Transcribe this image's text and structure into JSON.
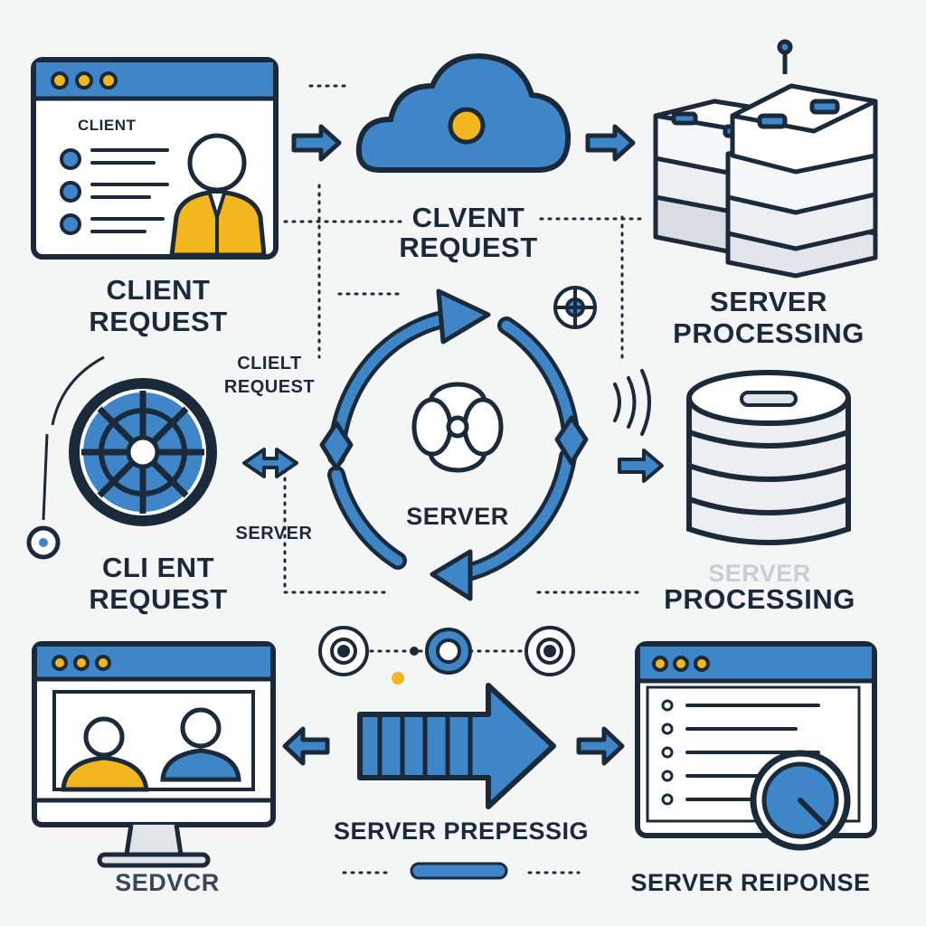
{
  "colors": {
    "background": "#f4f5f5",
    "ink": "#1b2a3a",
    "accent_blue": "#3f86c8",
    "accent_yellow": "#f2b61e",
    "light_gray": "#e1e4e8"
  },
  "icons": [
    "browser-window-icon",
    "cloud-icon",
    "server-rack-icon",
    "network-wheel-icon",
    "cycle-arrows-icon",
    "flower-hub-icon",
    "database-icon",
    "monitor-icon",
    "big-arrow-icon",
    "web-page-icon",
    "gauge-icon",
    "target-node-icon"
  ],
  "labels": {
    "client_window_caption": "CLIENT",
    "cloud_label_line1": "CLVENT",
    "cloud_label_line2": "REQUEST",
    "client_request_top_line1": "CLIENT",
    "client_request_top_line2": "REQUEST",
    "server_processing_top_line1": "SERVER",
    "server_processing_top_line2": "PROCESSING",
    "small_client_line1": "CLIELT",
    "small_client_line2": "REQUEST",
    "center_server": "SERVER",
    "left_server": "SERVER",
    "client_request_mid_line1": "CLI ENT",
    "client_request_mid_line2": "REQUEST",
    "faded_server": "SERVER",
    "processing_mid": "PROCESSING",
    "server_prepessing": "SERVER PREPESSIG",
    "sedvcr": "SEDVCR",
    "server_reiponse": "SERVER REIPONSE"
  }
}
